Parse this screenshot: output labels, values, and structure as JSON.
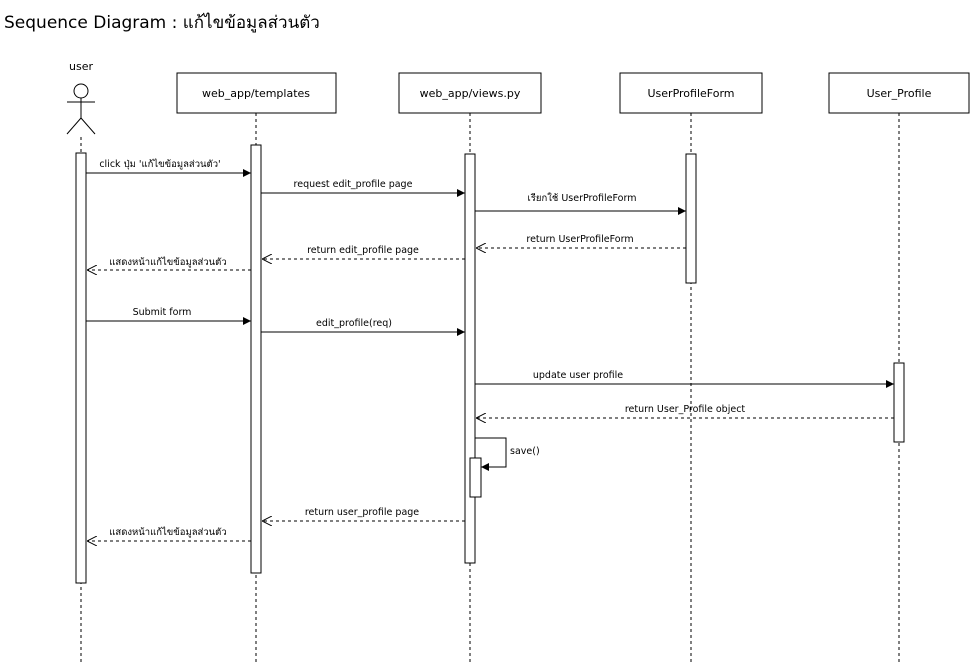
{
  "title": "Sequence Diagram : แก้ไขข้อมูลส่วนตัว",
  "actor": {
    "label": "user"
  },
  "lifelines": [
    {
      "id": "templates",
      "label": "web_app/templates"
    },
    {
      "id": "views",
      "label": "web_app/views.py"
    },
    {
      "id": "form",
      "label": "UserProfileForm"
    },
    {
      "id": "profile",
      "label": "User_Profile"
    }
  ],
  "messages": [
    {
      "label": "click ปุ่ม 'แก้ไขข้อมูลส่วนตัว'",
      "from": "user",
      "to": "templates",
      "kind": "sync"
    },
    {
      "label": "request edit_profile page",
      "from": "templates",
      "to": "views",
      "kind": "sync"
    },
    {
      "label": "เรียกใช้ UserProfileForm",
      "from": "views",
      "to": "form",
      "kind": "sync"
    },
    {
      "label": "return UserProfileForm",
      "from": "form",
      "to": "views",
      "kind": "return"
    },
    {
      "label": "return edit_profile page",
      "from": "views",
      "to": "templates",
      "kind": "return"
    },
    {
      "label": "แสดงหน้าแก้ไขข้อมูลส่วนตัว",
      "from": "templates",
      "to": "user",
      "kind": "return"
    },
    {
      "label": "Submit form",
      "from": "user",
      "to": "templates",
      "kind": "sync"
    },
    {
      "label": "edit_profile(req)",
      "from": "templates",
      "to": "views",
      "kind": "sync"
    },
    {
      "label": "update user profile",
      "from": "views",
      "to": "profile",
      "kind": "sync"
    },
    {
      "label": "return User_Profile object",
      "from": "profile",
      "to": "views",
      "kind": "return"
    },
    {
      "label": "save()",
      "from": "views",
      "to": "views",
      "kind": "self"
    },
    {
      "label": "return user_profile page",
      "from": "views",
      "to": "templates",
      "kind": "return"
    },
    {
      "label": "แสดงหน้าแก้ไขข้อมูลส่วนตัว",
      "from": "templates",
      "to": "user",
      "kind": "return"
    }
  ]
}
